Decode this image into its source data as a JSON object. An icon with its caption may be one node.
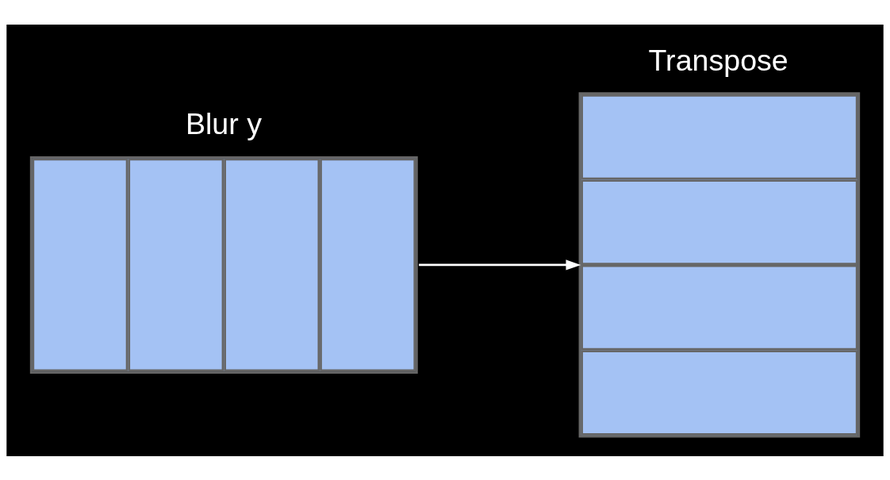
{
  "diagram": {
    "nodes": [
      {
        "text": [
          "Blur y"
        ]
      },
      {
        "text": [
          "Transpose"
        ]
      }
    ],
    "edges": [
      {
        "from": 0,
        "to": 1,
        "arrow": "to"
      }
    ]
  }
}
